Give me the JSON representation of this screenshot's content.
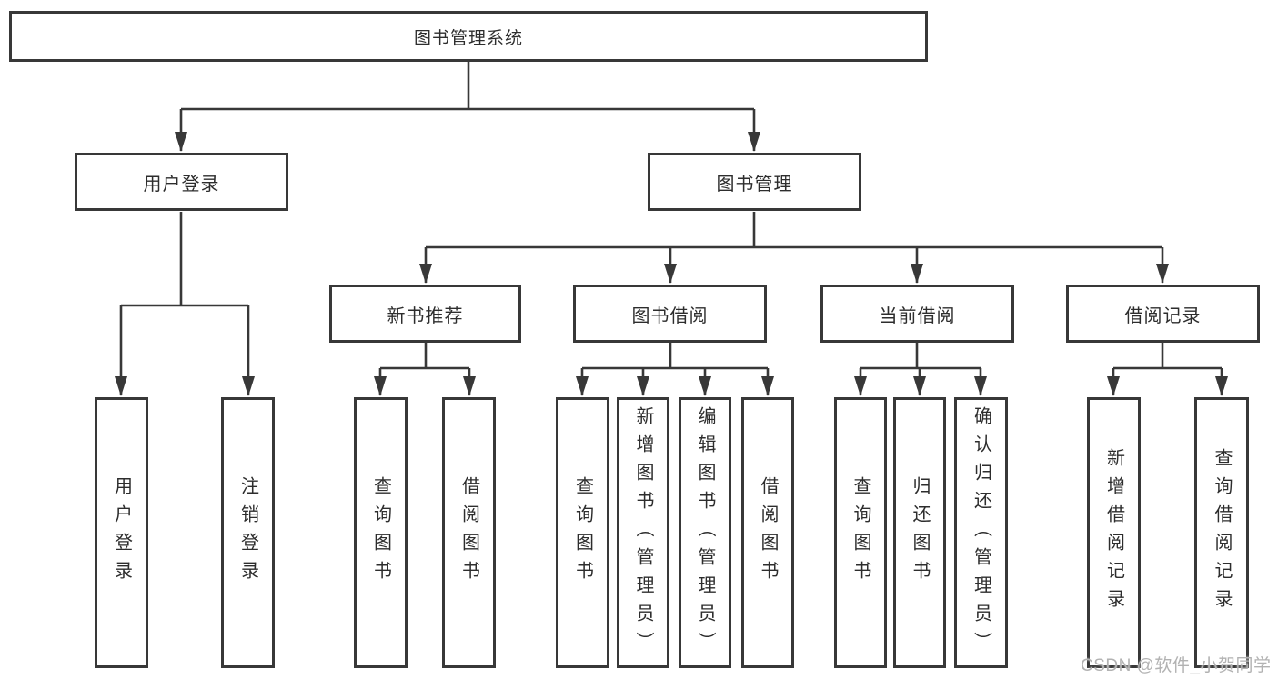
{
  "tree": {
    "root": {
      "label": "图书管理系统"
    },
    "login": {
      "label": "用户登录",
      "children": [
        "用户登录",
        "注销登录"
      ]
    },
    "manage": {
      "label": "图书管理"
    },
    "groups": [
      {
        "label": "新书推荐",
        "children": [
          "查询图书",
          "借阅图书"
        ]
      },
      {
        "label": "图书借阅",
        "children": [
          "查询图书",
          "新增图书（管理员）",
          "编辑图书（管理员）",
          "借阅图书"
        ]
      },
      {
        "label": "当前借阅",
        "children": [
          "查询图书",
          "归还图书",
          "确认归还（管理员）"
        ]
      },
      {
        "label": "借阅记录",
        "children": [
          "新增借阅记录",
          "查询借阅记录"
        ]
      }
    ]
  },
  "watermark": "CSDN @软件_小贺同学",
  "colors": {
    "line": "#383838",
    "text": "#2d2d2d",
    "watermark": "#b2b2b2",
    "background": "#ffffff"
  }
}
